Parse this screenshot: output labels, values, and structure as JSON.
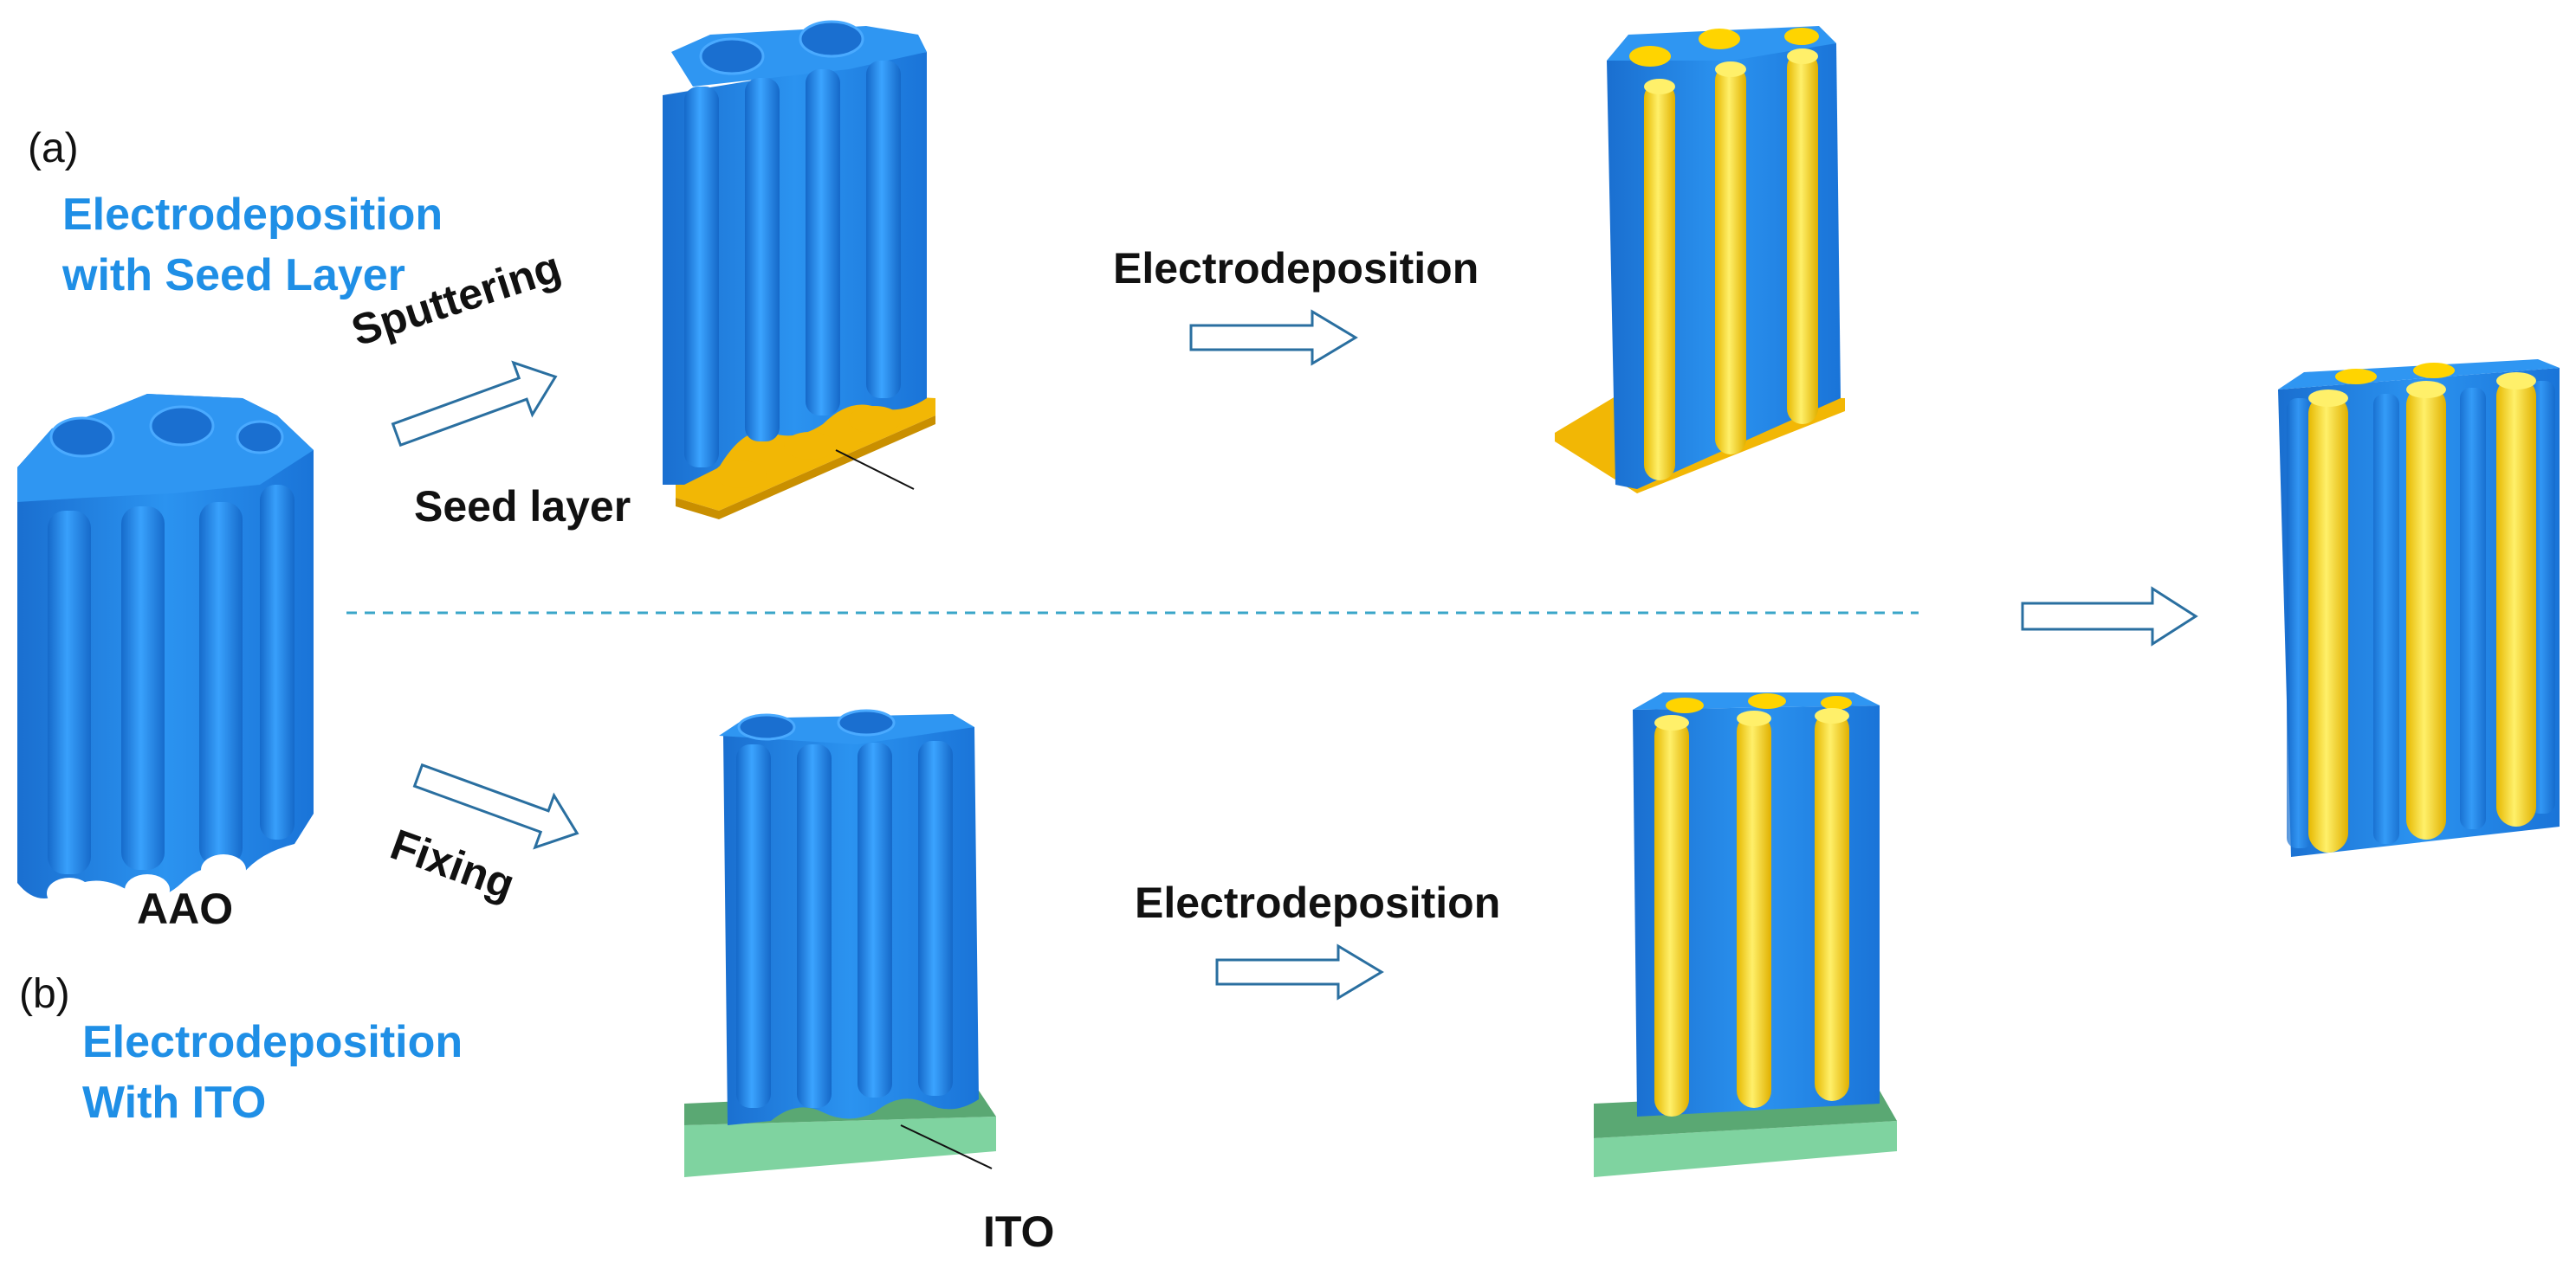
{
  "labels": {
    "panel_a": "(a)",
    "panel_b": "(b)",
    "method_a_line1": "Electrodeposition",
    "method_a_line2": "with Seed Layer",
    "method_b_line1": "Electrodeposition",
    "method_b_line2": "With ITO",
    "aao": "AAO",
    "sputtering": "Sputtering",
    "fixing": "Fixing",
    "electrodeposition_top": "Electrodeposition",
    "electrodeposition_bottom": "Electrodeposition",
    "seed_layer": "Seed layer",
    "ito": "ITO"
  },
  "colors": {
    "template_blue": "#1f86e8",
    "nanowire_yellow": "#ffd400",
    "seed_gold": "#f2b705",
    "ito_green": "#7fd3a0",
    "method_text": "#1f8fe6",
    "arrow_stroke": "#2a6fa0",
    "divider": "#3aa6c8"
  }
}
